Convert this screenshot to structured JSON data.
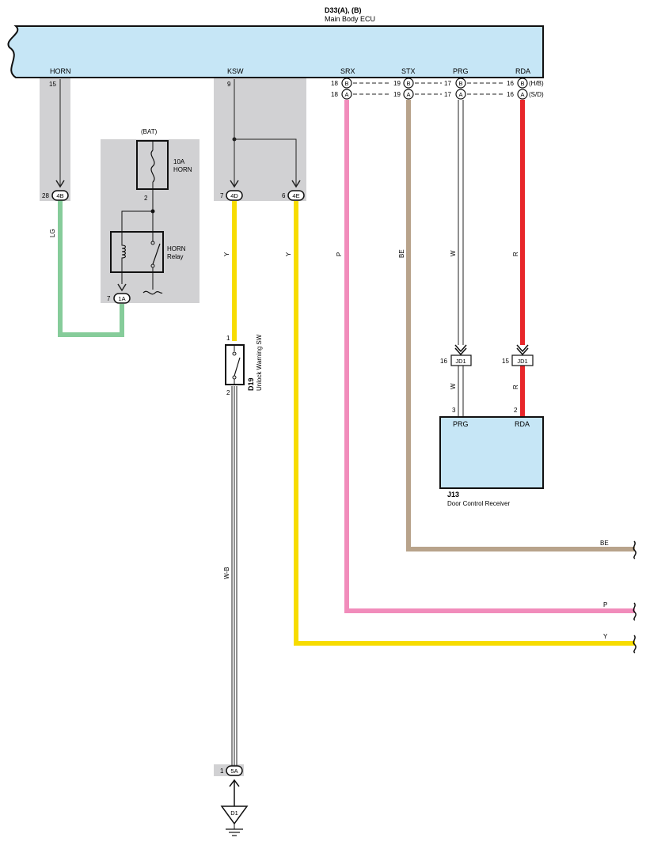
{
  "ecu": {
    "ref": "D33(A), (B)",
    "name": "Main Body ECU",
    "terminals": {
      "horn": "HORN",
      "ksw": "KSW",
      "srx": "SRX",
      "stx": "STX",
      "prg": "PRG",
      "rda": "RDA"
    },
    "pins": {
      "horn": "15",
      "ksw": "9",
      "srx_b": "18",
      "srx_a": "18",
      "stx_b": "19",
      "stx_a": "19",
      "prg_b": "17",
      "prg_a": "17",
      "rda_b": "16",
      "rda_a": "16"
    },
    "connector_b": "B",
    "connector_a": "A",
    "variant_b": "(H/B)",
    "variant_a": "(S/D)"
  },
  "junctions": {
    "j4b": {
      "label": "4B",
      "pin": "28"
    },
    "j4d": {
      "label": "4D",
      "pin": "7"
    },
    "j4e": {
      "label": "4E",
      "pin": "6"
    },
    "j1a": {
      "label": "1A",
      "pin": "7"
    },
    "j5a": {
      "label": "5A",
      "pin": "1"
    }
  },
  "horn_circuit": {
    "bat": "(BAT)",
    "fuse_rating": "10A",
    "fuse_name": "HORN",
    "fuse_pin": "2",
    "relay_name_1": "HORN",
    "relay_name_2": "Relay"
  },
  "switch": {
    "ref": "D19",
    "name": "Unlock Warning SW",
    "pin_top": "1",
    "pin_bottom": "2"
  },
  "receiver": {
    "ref": "J13",
    "name": "Door Control Receiver",
    "term_prg": "PRG",
    "term_rda": "RDA",
    "pin_prg": "3",
    "pin_rda": "2",
    "jd_label": "JD1",
    "jd_pin_w": "16",
    "jd_pin_r": "15"
  },
  "ground": {
    "label": "D1"
  },
  "wires": {
    "lg": "LG",
    "y1": "Y",
    "y2": "Y",
    "p": "P",
    "be": "BE",
    "w1": "W",
    "w2": "W",
    "r1": "R",
    "r2": "R",
    "wb": "W-B",
    "out_be": "BE",
    "out_p": "P",
    "out_y": "Y"
  },
  "colors": {
    "ecu_fill": "#c6e6f6",
    "shade": "#d1d1d3",
    "lg": "#86cc9a",
    "y": "#f7dc00",
    "p": "#f18cbb",
    "be": "#b8a38b",
    "r": "#e8262a",
    "w": "#ffffff"
  }
}
